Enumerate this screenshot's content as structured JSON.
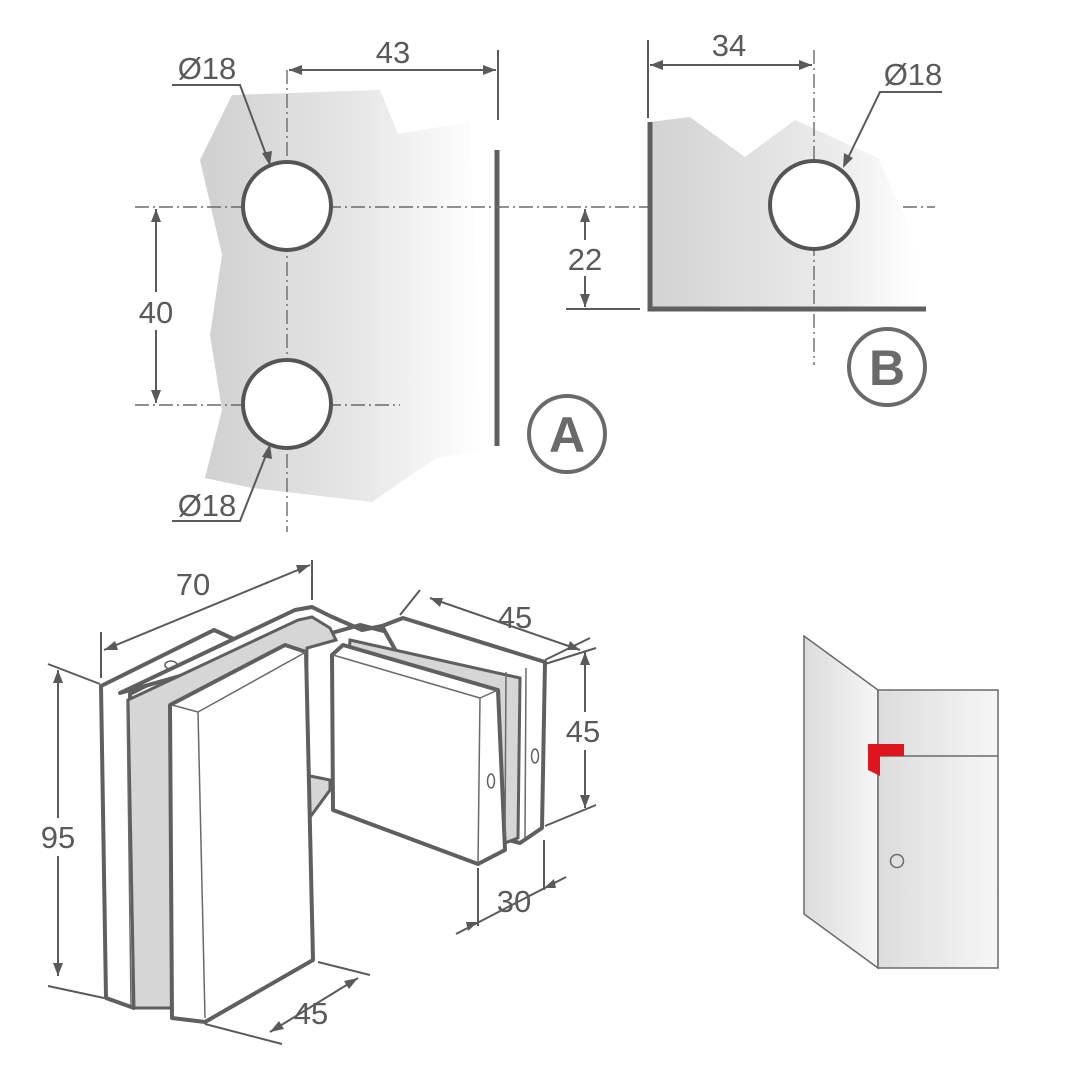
{
  "view_a": {
    "badge": "A",
    "hole_top_label": "Ø18",
    "hole_bottom_label": "Ø18",
    "width_label": "43",
    "spacing_label": "40"
  },
  "view_b": {
    "badge": "B",
    "hole_label": "Ø18",
    "width_label": "34",
    "height_label": "22"
  },
  "isometric": {
    "width_label": "70",
    "height_label": "95",
    "front_depth_label": "45",
    "side_length_label": "45",
    "side_height_label": "45",
    "side_depth_label": "30"
  },
  "colors": {
    "line": "#5f5f5f",
    "glass_fill": "#d6d6d6",
    "accent": "#e0141e"
  }
}
